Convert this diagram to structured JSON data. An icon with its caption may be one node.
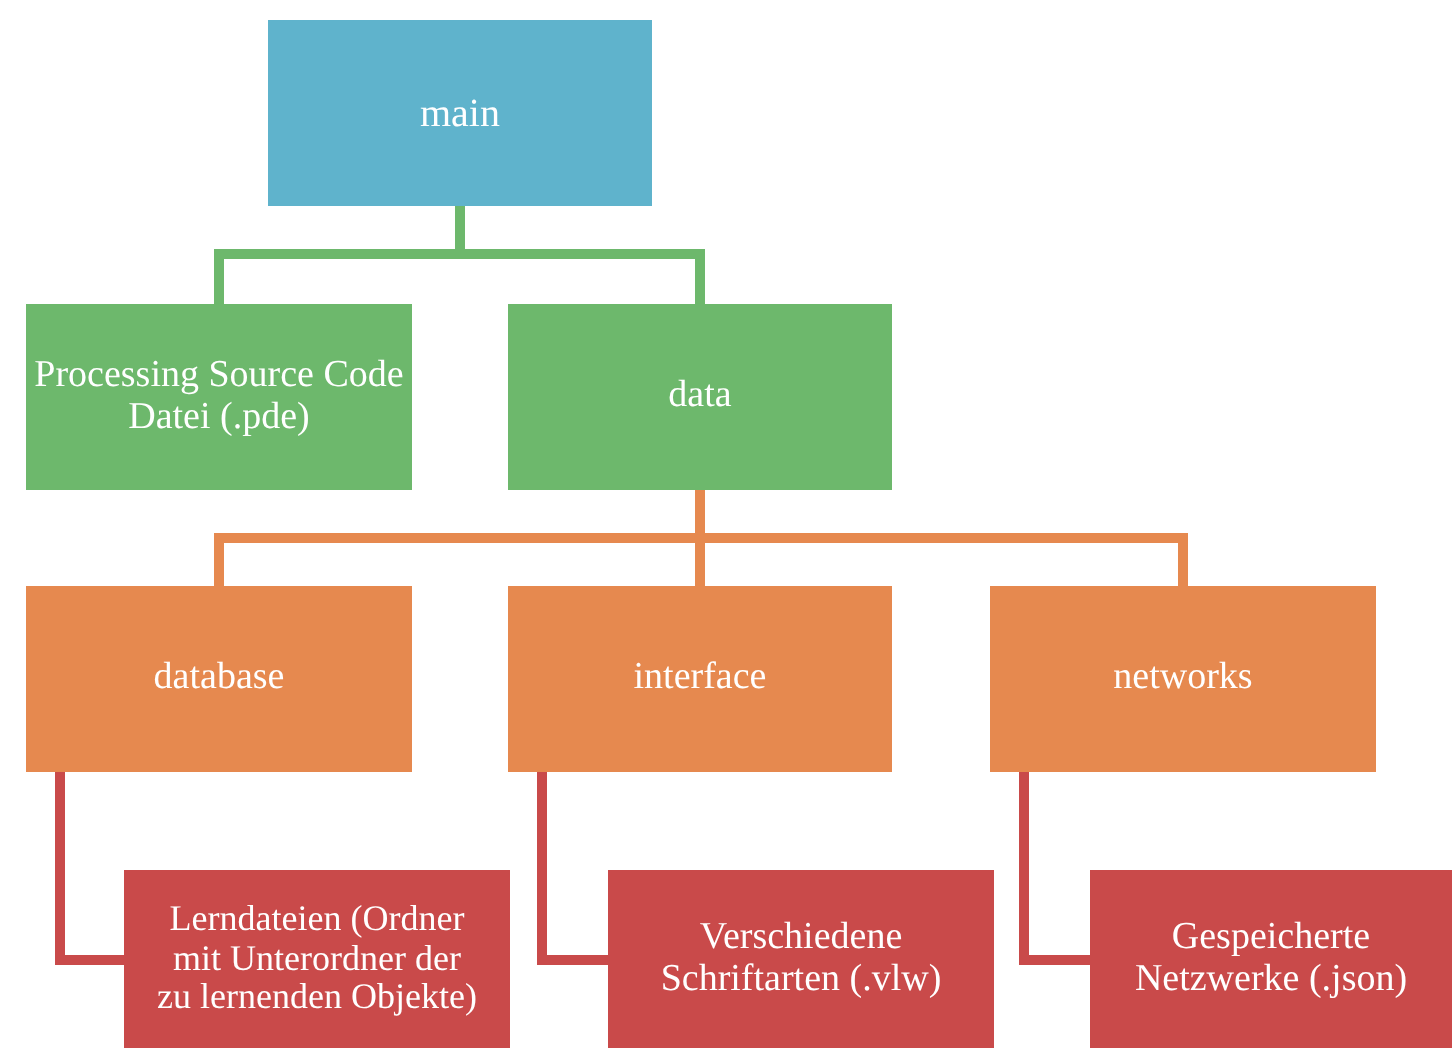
{
  "diagram": {
    "nodes": [
      {
        "text": [
          "main"
        ]
      },
      {
        "text": [
          "Processing Source Code Datei (.pde)"
        ]
      },
      {
        "text": [
          "data"
        ]
      },
      {
        "text": [
          "database"
        ]
      },
      {
        "text": [
          "interface"
        ]
      },
      {
        "text": [
          "networks"
        ]
      },
      {
        "text": [
          "Lerndateien (Ordner mit Unterordner der zu lernenden Objekte)"
        ]
      },
      {
        "text": [
          "Verschiedene Schriftarten (.vlw)"
        ]
      },
      {
        "text": [
          "Gespeicherte Netzwerke (.json)"
        ]
      }
    ],
    "edges": [
      {
        "from": 0,
        "to": 1,
        "arrow": "none",
        "color": "#6db86c"
      },
      {
        "from": 0,
        "to": 2,
        "arrow": "none",
        "color": "#6db86c"
      },
      {
        "from": 2,
        "to": 3,
        "arrow": "none",
        "color": "#e6894f"
      },
      {
        "from": 2,
        "to": 4,
        "arrow": "none",
        "color": "#e6894f"
      },
      {
        "from": 2,
        "to": 5,
        "arrow": "none",
        "color": "#e6894f"
      },
      {
        "from": 3,
        "to": 6,
        "arrow": "none",
        "color": "#c94a4a"
      },
      {
        "from": 4,
        "to": 7,
        "arrow": "none",
        "color": "#c94a4a"
      },
      {
        "from": 5,
        "to": 8,
        "arrow": "none",
        "color": "#c94a4a"
      }
    ]
  }
}
